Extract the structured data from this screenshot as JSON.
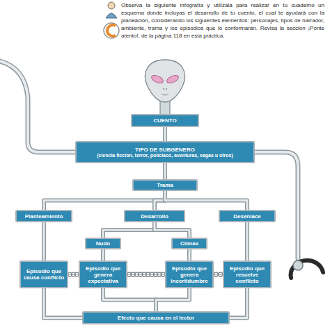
{
  "diagram": {
    "nodes": [
      {
        "text": [
          "CUENTO"
        ]
      },
      {
        "text": [
          "TIPO DE SUBGÉNERO",
          "(ciencia ficción, terror, policiaco, aventuras, sagas u otros)"
        ]
      },
      {
        "text": [
          "Trama"
        ]
      },
      {
        "text": [
          "Planteamiento"
        ]
      },
      {
        "text": [
          "Desarrollo"
        ]
      },
      {
        "text": [
          "Desenlace"
        ]
      },
      {
        "text": [
          "Nudo"
        ]
      },
      {
        "text": [
          "Clímax"
        ]
      },
      {
        "text": [
          "Episodio que causa conflicto"
        ]
      },
      {
        "text": [
          "Episodio que genera expectativa"
        ]
      },
      {
        "text": [
          "Episodio que genera incertidumbre"
        ]
      },
      {
        "text": [
          "Episodio que resuelve conflicto"
        ]
      },
      {
        "text": [
          "Efecto que causa en el lector"
        ]
      }
    ],
    "edges": [
      {
        "from": 0,
        "to": 1,
        "arrow": "none"
      },
      {
        "from": 1,
        "to": 2,
        "arrow": "none"
      },
      {
        "from": 2,
        "to": 3,
        "arrow": "none"
      },
      {
        "from": 2,
        "to": 4,
        "arrow": "none"
      },
      {
        "from": 2,
        "to": 5,
        "arrow": "none"
      },
      {
        "from": 4,
        "to": 6,
        "arrow": "none"
      },
      {
        "from": 4,
        "to": 7,
        "arrow": "none"
      },
      {
        "from": 3,
        "to": 8,
        "arrow": "none"
      },
      {
        "from": 6,
        "to": 9,
        "arrow": "none"
      },
      {
        "from": 7,
        "to": 10,
        "arrow": "none"
      },
      {
        "from": 5,
        "to": 11,
        "arrow": "none"
      },
      {
        "from": 8,
        "to": 9,
        "arrow": "none"
      },
      {
        "from": 9,
        "to": 10,
        "arrow": "none"
      },
      {
        "from": 10,
        "to": 11,
        "arrow": "none"
      },
      {
        "from": 8,
        "to": 12,
        "arrow": "none"
      },
      {
        "from": 9,
        "to": 12,
        "arrow": "none"
      },
      {
        "from": 10,
        "to": 12,
        "arrow": "none"
      },
      {
        "from": 11,
        "to": 12,
        "arrow": "none"
      }
    ],
    "labels": [
      "Observa la siguiente infografía y utilízala para realizar en tu cuaderno un esquema donde incluyas el desarrollo de tu cuento, el cual te ayudará con la planeación, considerando los siguientes elementos: personajes, tipos de narrador, ambiente, trama y los episodios que lo conformarán. Revisa la sección ¡Ponte atento!, de la página 118 en esta práctica."
    ]
  }
}
